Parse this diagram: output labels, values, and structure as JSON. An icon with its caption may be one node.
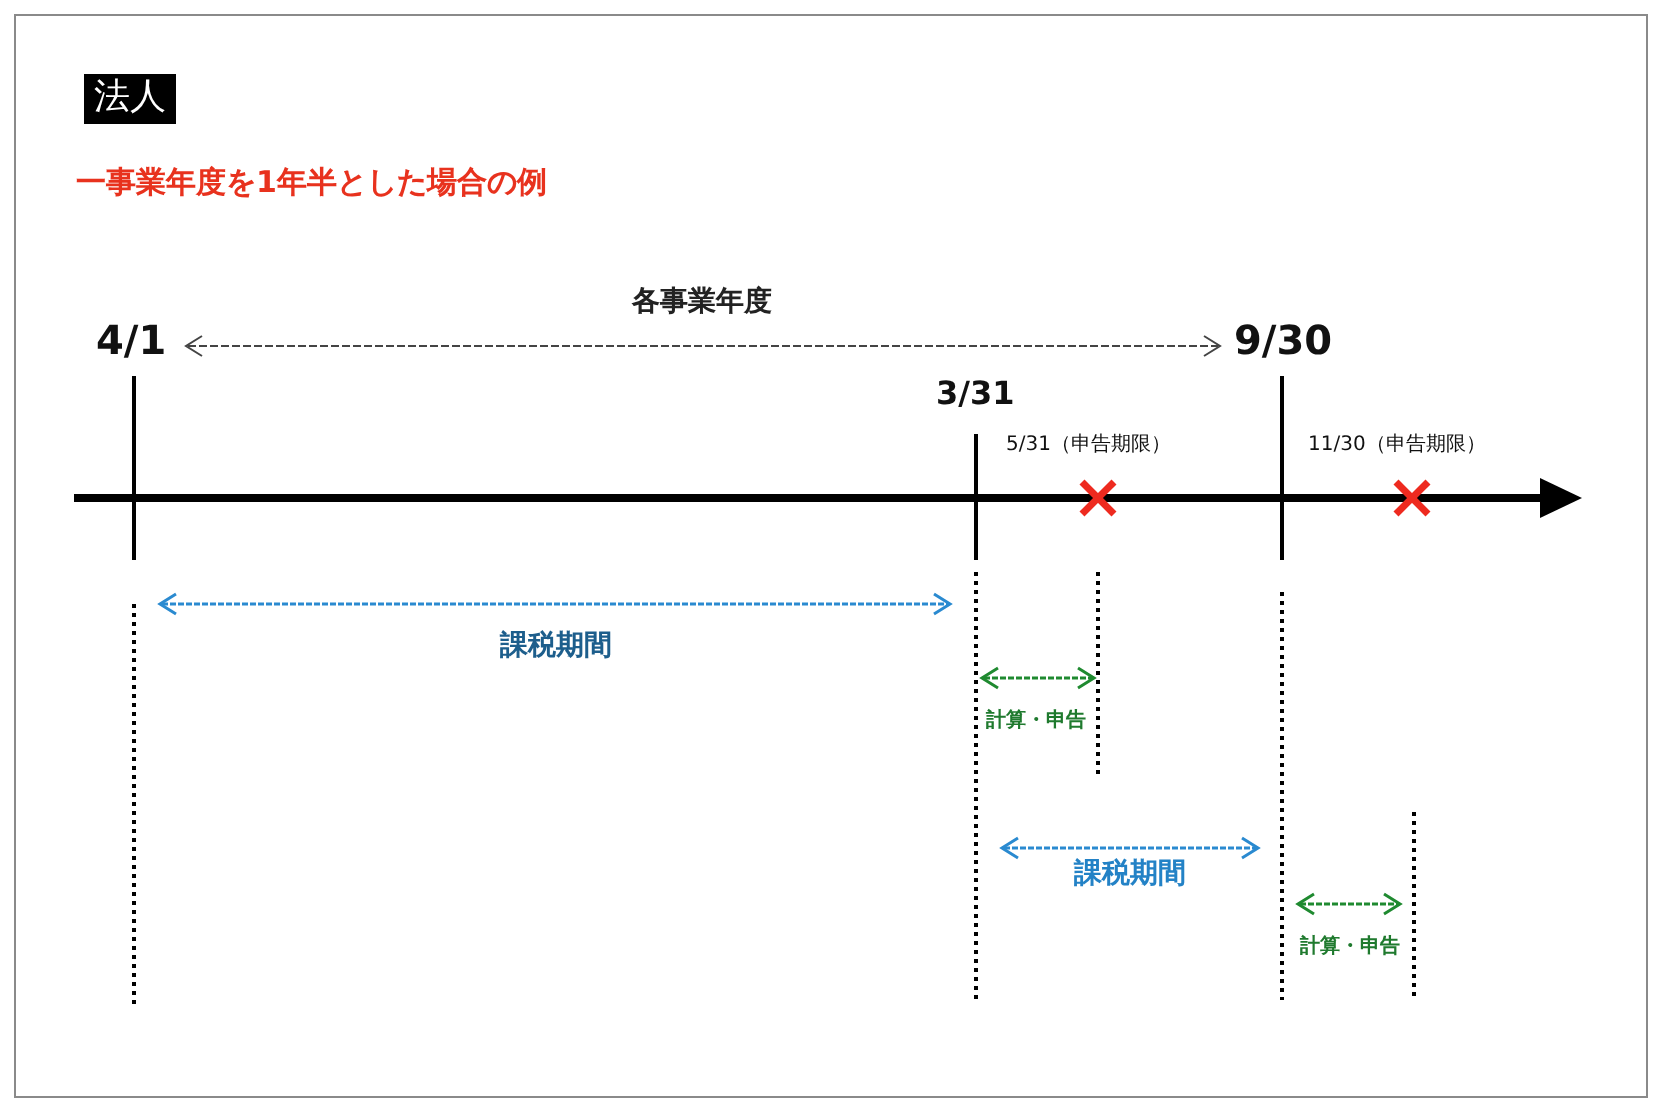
{
  "diagram": {
    "title": "法人",
    "labels": [
      "一事業年度を1年半とした場合の例",
      "各事業年度",
      "4/1",
      "9/30",
      "3/31",
      "5/31（申告期限）",
      "11/30（申告期限）",
      "課税期間",
      "計算・申告",
      "課税期間",
      "計算・申告"
    ]
  }
}
